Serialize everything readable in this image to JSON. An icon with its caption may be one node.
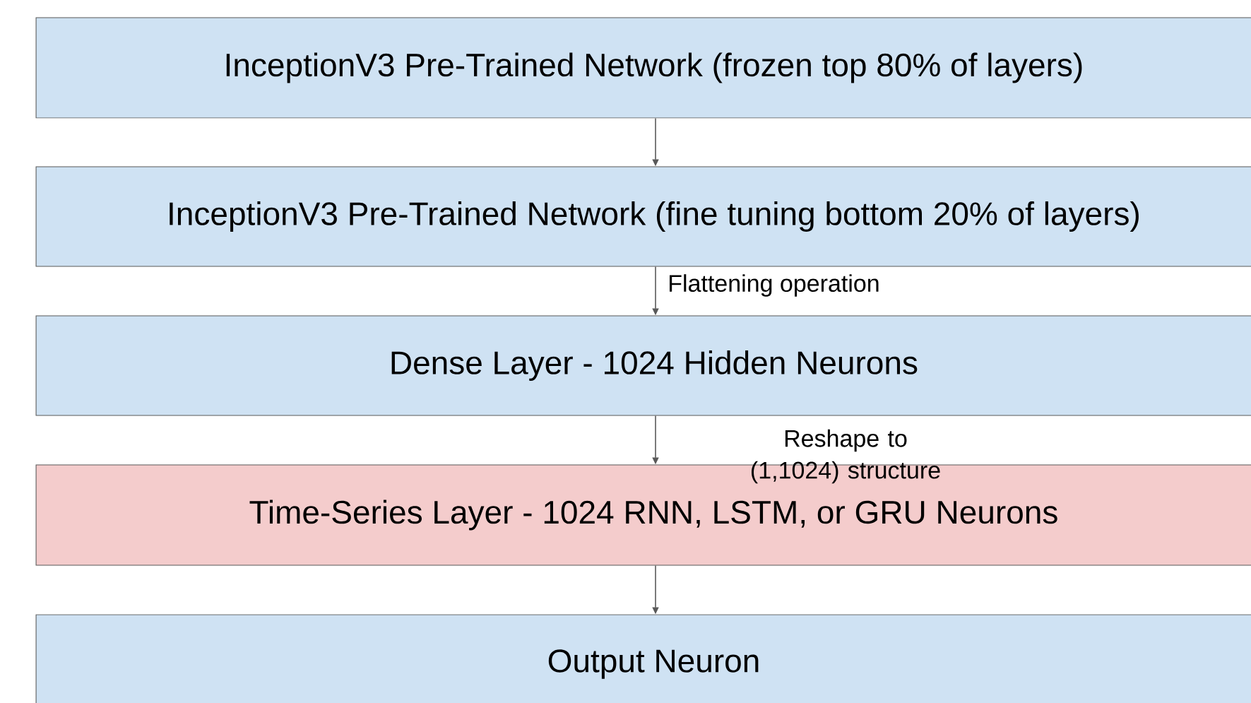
{
  "diagram": {
    "nodes": [
      {
        "text": [
          "InceptionV3 Pre-Trained Network (frozen top 80% of layers)"
        ]
      },
      {
        "text": [
          "InceptionV3 Pre-Trained Network (fine tuning bottom 20% of layers)"
        ]
      },
      {
        "text": [
          "Dense Layer - 1024 Hidden Neurons"
        ]
      },
      {
        "text": [
          "Time-Series Layer - 1024 RNN, LSTM, or GRU Neurons"
        ]
      },
      {
        "text": [
          "Output Neuron"
        ]
      }
    ],
    "edges": [
      {
        "from": 0,
        "to": 1,
        "arrow": "to"
      },
      {
        "from": 1,
        "to": 2,
        "arrow": "to",
        "label": "Flattening operation"
      },
      {
        "from": 2,
        "to": 3,
        "arrow": "to",
        "label": "Reshape to (1,1024) structure"
      },
      {
        "from": 3,
        "to": 4,
        "arrow": "to"
      }
    ]
  }
}
